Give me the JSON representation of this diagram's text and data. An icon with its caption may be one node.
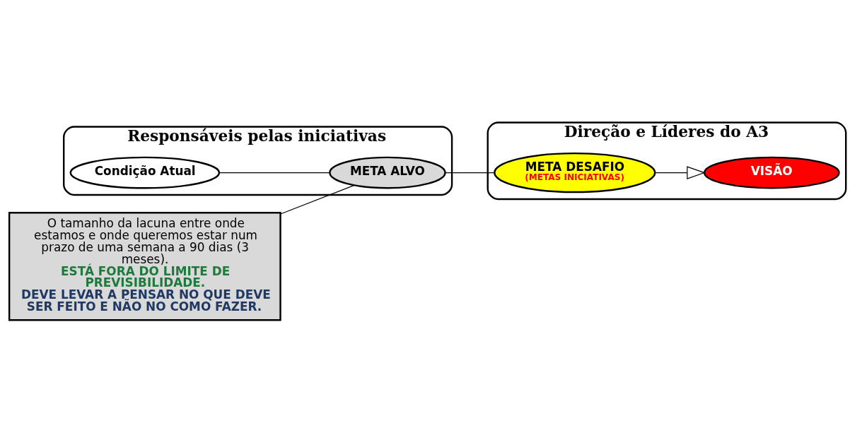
{
  "diagram": {
    "nodes": [
      {
        "text": [
          "Responsáveis pelas iniciativas"
        ]
      },
      {
        "text": [
          "Condição Atual"
        ],
        "in": 0
      },
      {
        "text": [
          "META ALVO"
        ],
        "in": 0
      },
      {
        "text": [
          "Direção e Líderes do A3"
        ]
      },
      {
        "text": [
          "META DESAFIO",
          "(METAS INICIATIVAS)"
        ],
        "in": 3
      },
      {
        "text": [
          "VISÃO"
        ],
        "in": 3
      },
      {
        "text": [
          "O tamanho da lacuna entre onde estamos e onde queremos estar num prazo de uma semana a 90 dias (3 meses).",
          "ESTÁ FORA DO LIMITE DE PREVISIBILIDADE.",
          "DEVE LEVAR A PENSAR NO QUE DEVE SER FEITO E NÃO NO COMO FAZER."
        ]
      }
    ],
    "edges": [
      {
        "from": 1,
        "to": 2,
        "arrow": "none"
      },
      {
        "from": 2,
        "to": 4,
        "arrow": "none"
      },
      {
        "from": 4,
        "to": 5,
        "arrow": "to"
      },
      {
        "from": 6,
        "to": 2,
        "arrow": "none"
      }
    ]
  }
}
